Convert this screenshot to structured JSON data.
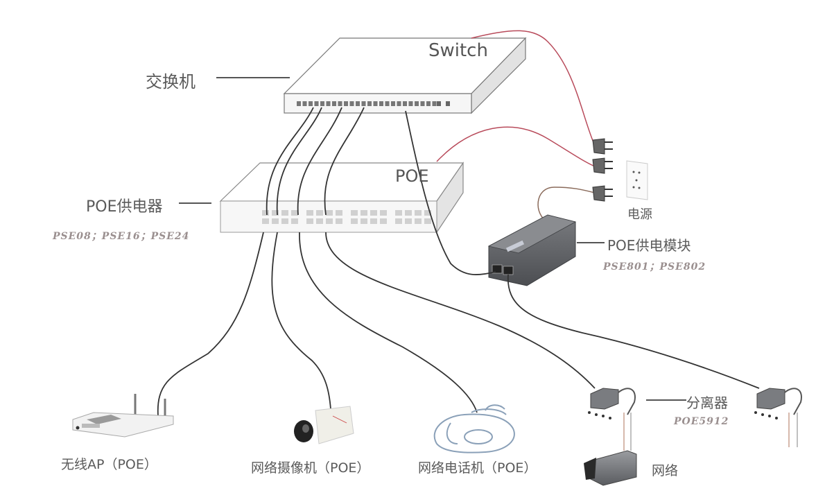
{
  "colors": {
    "cable": "#333333",
    "power_cable": "#b84a5a",
    "device_line": "#555555",
    "label": "#5a5a5a",
    "model_label": "#9a8f8f",
    "injector_body": "#5f6166"
  },
  "devices": {
    "switch": {
      "title": "Switch",
      "label": "交换机"
    },
    "poe_supply": {
      "title": "POE",
      "label": "POE供电器",
      "models": "PSE08；PSE16；PSE24"
    },
    "poe_module": {
      "label": "POE供电模块",
      "models": "PSE801；PSE802"
    },
    "power": {
      "label": "电源"
    },
    "splitter": {
      "label": "分离器",
      "models": "POE5912"
    },
    "wireless_ap": {
      "label": "无线AP（POE）"
    },
    "ip_camera": {
      "label": "网络摄像机（POE）"
    },
    "ip_phone": {
      "label": "网络电话机（POE）"
    },
    "network_camera_partial": {
      "label": "网络"
    }
  }
}
